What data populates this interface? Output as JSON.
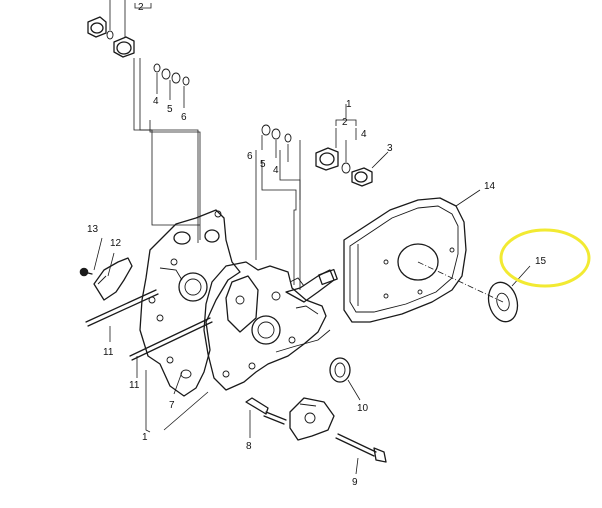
{
  "diagram": {
    "highlight_color": "#f2ea32",
    "line_color": "#1a1a1a",
    "callouts": [
      {
        "id": "c-2-top",
        "text": "2"
      },
      {
        "id": "c-4-top",
        "text": "4"
      },
      {
        "id": "c-5-top",
        "text": "5"
      },
      {
        "id": "c-6-top",
        "text": "6"
      },
      {
        "id": "c-1-right",
        "text": "1"
      },
      {
        "id": "c-2-right",
        "text": "2"
      },
      {
        "id": "c-3",
        "text": "3"
      },
      {
        "id": "c-4-right",
        "text": "4"
      },
      {
        "id": "c-6-mid",
        "text": "6"
      },
      {
        "id": "c-5-mid",
        "text": "5"
      },
      {
        "id": "c-4-mid",
        "text": "4"
      },
      {
        "id": "c-14",
        "text": "14"
      },
      {
        "id": "c-15",
        "text": "15"
      },
      {
        "id": "c-13",
        "text": "13"
      },
      {
        "id": "c-12",
        "text": "12"
      },
      {
        "id": "c-11-a",
        "text": "11"
      },
      {
        "id": "c-11-b",
        "text": "11"
      },
      {
        "id": "c-7",
        "text": "7"
      },
      {
        "id": "c-1-bottom",
        "text": "1"
      },
      {
        "id": "c-8",
        "text": "8"
      },
      {
        "id": "c-10",
        "text": "10"
      },
      {
        "id": "c-9",
        "text": "9"
      }
    ]
  }
}
